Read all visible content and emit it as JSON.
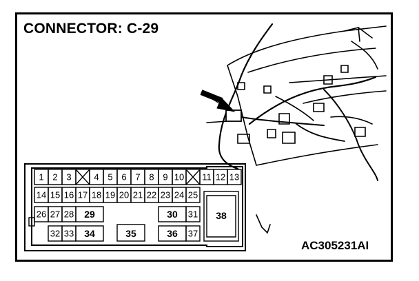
{
  "title": "CONNECTOR: C-29",
  "figure_code": "AC305231AI",
  "connector": {
    "pins": [
      "1",
      "2",
      "3",
      "4",
      "5",
      "6",
      "7",
      "8",
      "9",
      "10",
      "11",
      "12",
      "13",
      "14",
      "15",
      "16",
      "17",
      "18",
      "19",
      "20",
      "21",
      "22",
      "23",
      "24",
      "25",
      "26",
      "27",
      "28",
      "29",
      "30",
      "31",
      "32",
      "33",
      "34",
      "35",
      "36",
      "37",
      "38"
    ]
  }
}
